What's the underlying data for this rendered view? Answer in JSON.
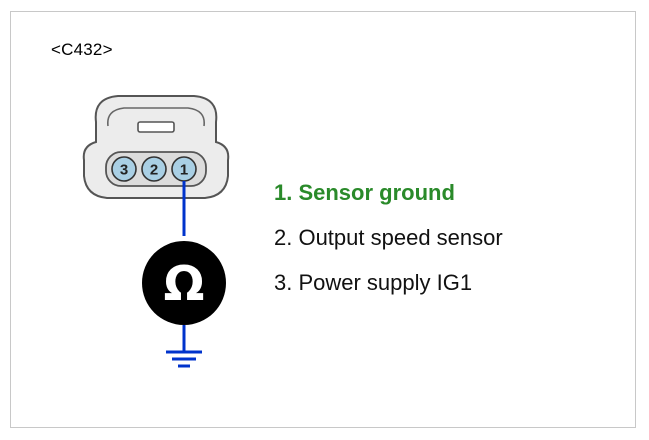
{
  "connector": {
    "id": "<C432>",
    "pins": [
      "3",
      "2",
      "1"
    ]
  },
  "colors": {
    "wire": "#0033cc",
    "ground": "#0033cc",
    "highlight": "#2a8a2a",
    "pin_fill": "#a9cfe4",
    "connector_fill": "#ececec",
    "connector_stroke": "#555555",
    "meter_fill": "#000000",
    "meter_symbol": "#ffffff"
  },
  "meter": {
    "symbol": "Ω",
    "icon": "ohmmeter-icon"
  },
  "legend": [
    {
      "text": "1. Sensor ground",
      "highlight": true
    },
    {
      "text": "2. Output speed sensor",
      "highlight": false
    },
    {
      "text": "3. Power supply IG1",
      "highlight": false
    }
  ]
}
